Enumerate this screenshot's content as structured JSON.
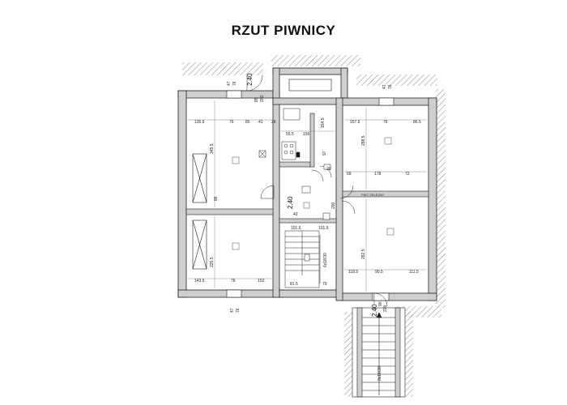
{
  "title": "RZUT PIWNICY",
  "dims": {
    "d_47": "47",
    "d_76": "76",
    "d_85": "85",
    "d_200": "200",
    "d_240": "2.40",
    "d_135_5": "135.5",
    "d_76b": "76",
    "d_85b": "85",
    "d_41": "41",
    "d_26": "26",
    "d_55_5": "55.5",
    "d_156": "156",
    "d_154_5": "154.5",
    "d_345_5": "345.5",
    "d_97": "97",
    "d_20": "20",
    "d_157_5": "157.5",
    "d_76c": "76",
    "d_86_5": "86.5",
    "d_288_5": "288.5",
    "d_69": "69",
    "d_178": "178",
    "d_72": "72",
    "d_86": "86",
    "d_42": "42",
    "d_101_5": "101.5",
    "d_225_5": "225.5",
    "d_143_5": "143.5",
    "d_152": "152",
    "d_81_5": "81.5",
    "d_79": "79",
    "d_118_5": "118.5",
    "d_90_5": "90.5",
    "d_111_5": "111.5",
    "d_282_5": "282.5",
    "d_18x16": "8x18/30",
    "d_240b": "2.40",
    "d_90": "90",
    "d_200b": "200",
    "d_240c": "2.40",
    "d_200c": "200",
    "d_6x14": "6x18/30"
  },
  "labels": {
    "piec": "PIEC ZELEZNY"
  }
}
